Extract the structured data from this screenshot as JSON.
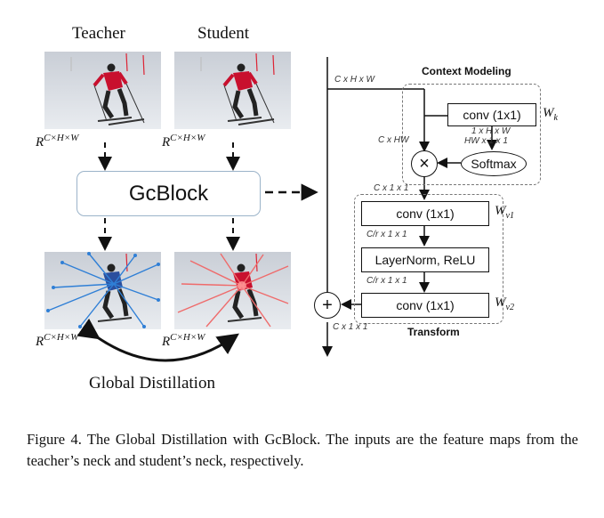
{
  "left": {
    "teacher_title": "Teacher",
    "student_title": "Student",
    "r_base": "R",
    "r_sup": "C×H×W",
    "gcblock_label": "GcBlock",
    "global_distillation": "Global Distillation"
  },
  "right": {
    "context_modeling": "Context Modeling",
    "transform": "Transform",
    "conv_k": "conv (1x1)",
    "conv_v1": "conv (1x1)",
    "layernorm": "LayerNorm, ReLU",
    "conv_v2": "conv (1x1)",
    "softmax": "Softmax",
    "times_symbol": "×",
    "plus_symbol": "+",
    "dim_top": "C x H x W",
    "dim_chw": "C x HW",
    "dim_1hw": "1 x H x W",
    "dim_hw11": "HW x 1 x 1",
    "dim_c11_top": "C x 1 x 1",
    "dim_cr11_a": "C/r x 1 x 1",
    "dim_cr11_b": "C/r x 1 x 1",
    "dim_c11_bottom": "C x 1 x 1",
    "wk_base": "W",
    "wk_sub": "k",
    "wv1_base": "W",
    "wv1_sub": "v1",
    "wv2_base": "W",
    "wv2_sub": "v2"
  },
  "caption": "Figure 4. The Global Distillation with GcBlock. The inputs are the feature maps from the teacher’s neck and student’s neck, respectively."
}
